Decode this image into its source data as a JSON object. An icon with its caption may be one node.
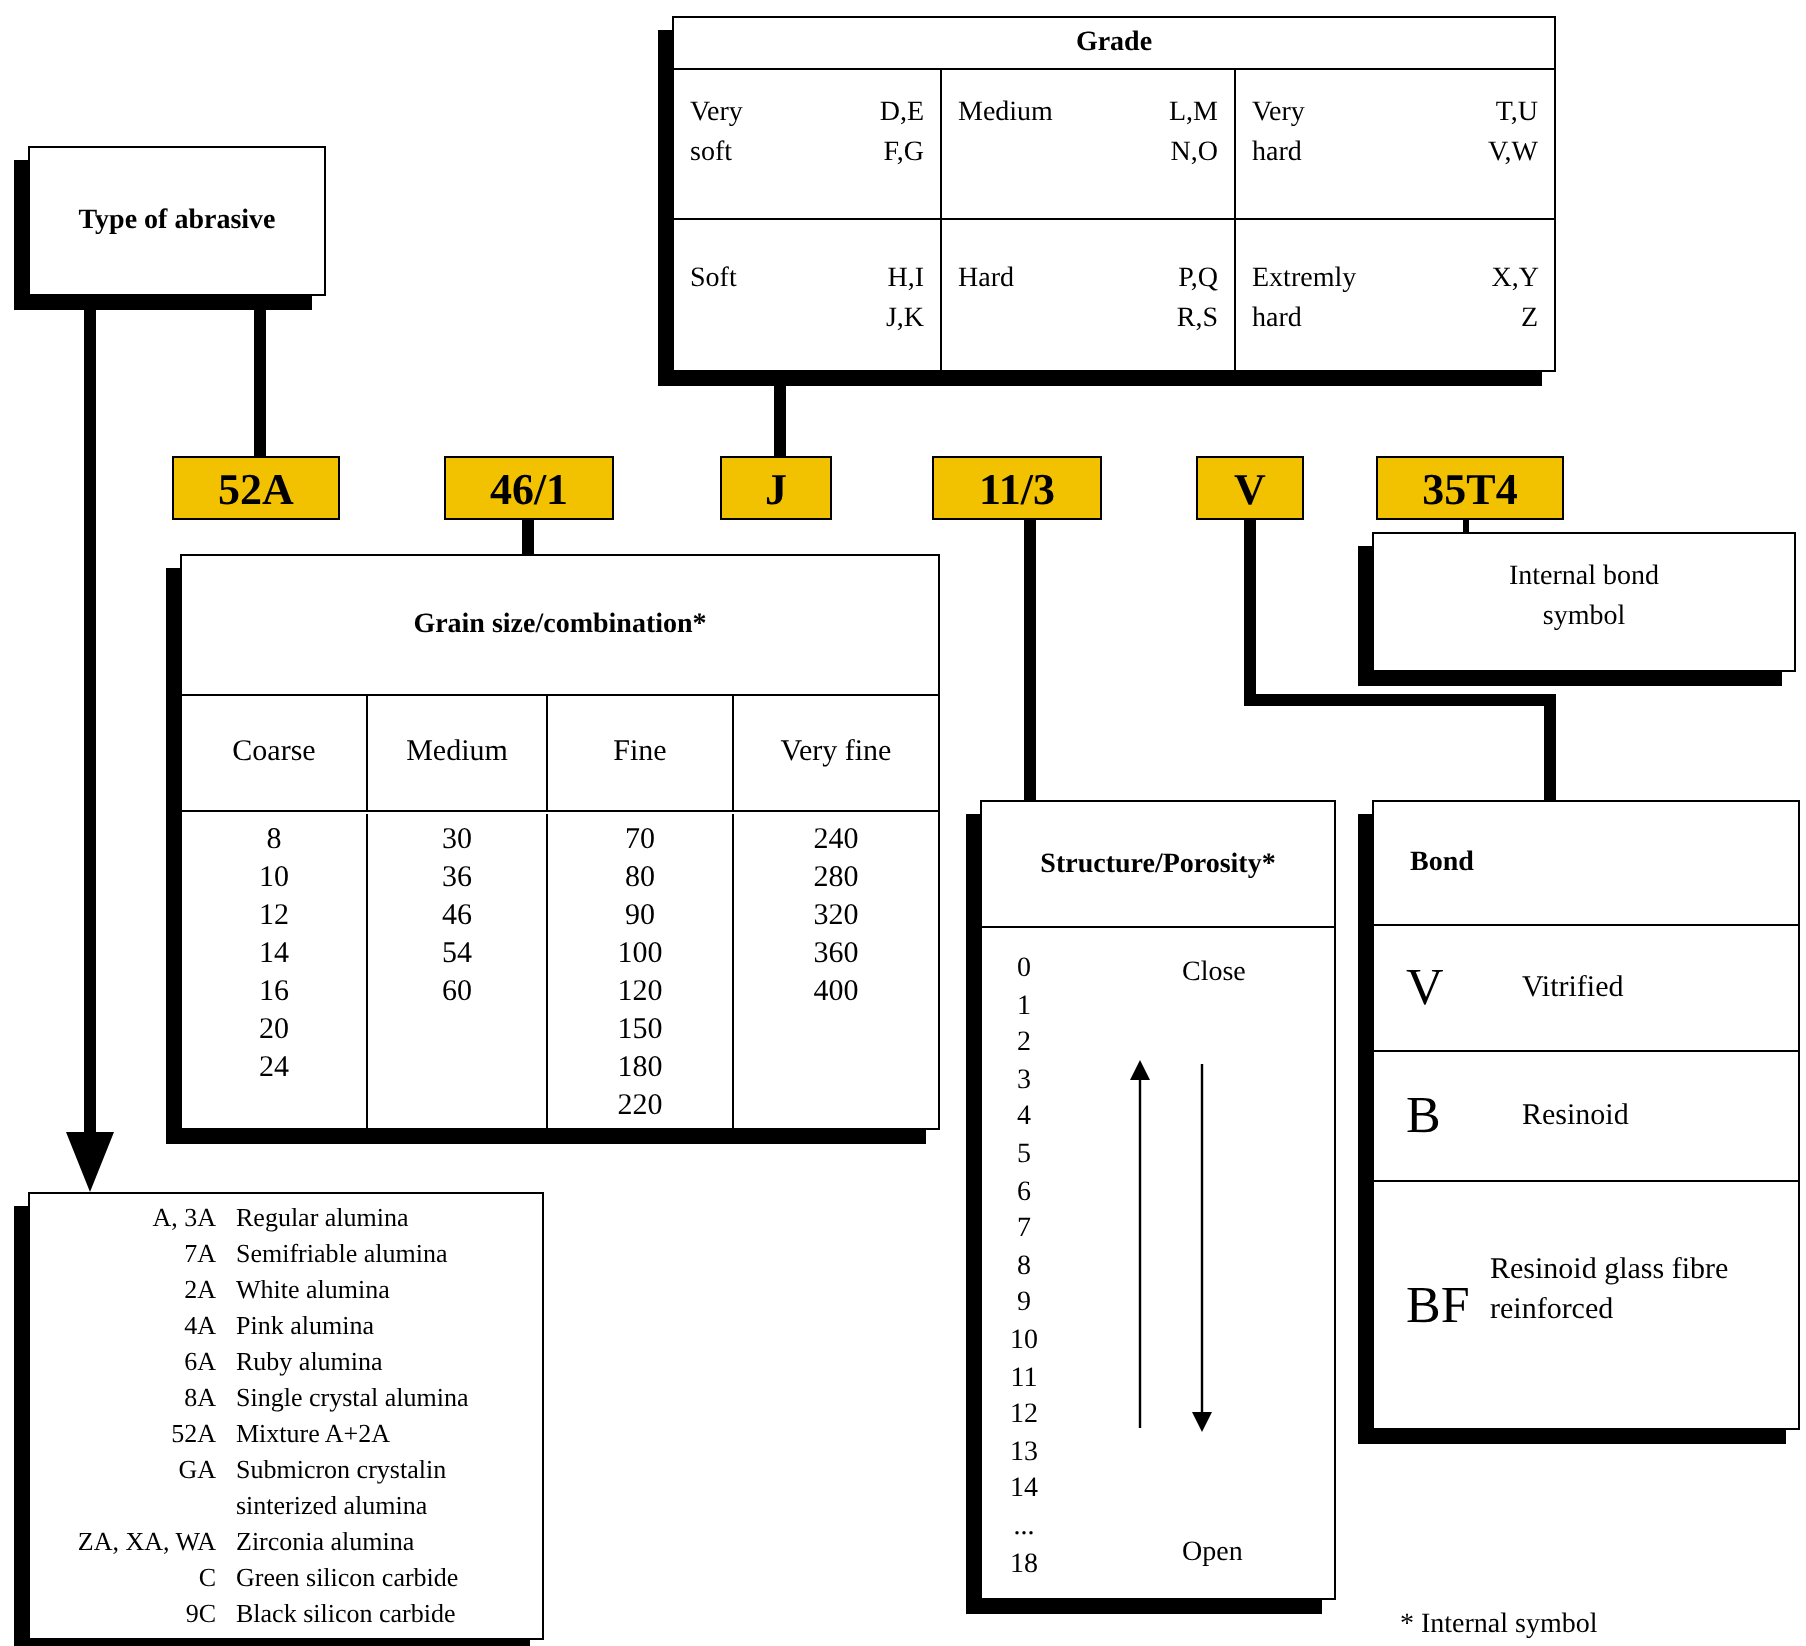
{
  "diagram": {
    "nodes": [
      {
        "text": [
          "Grade",
          "Very soft",
          "D,E F,G",
          "Medium",
          "L,M N,O",
          "Very hard",
          "T,U V,W",
          "Soft",
          "H,I J,K",
          "Hard",
          "P,Q R,S",
          "Extremly hard",
          "X,Y Z"
        ]
      },
      {
        "text": [
          "Type of abrasive"
        ]
      },
      {
        "text": [
          "52A"
        ]
      },
      {
        "text": [
          "46/1"
        ]
      },
      {
        "text": [
          "J"
        ]
      },
      {
        "text": [
          "11/3"
        ]
      },
      {
        "text": [
          "V"
        ]
      },
      {
        "text": [
          "35T4"
        ]
      },
      {
        "text": [
          "Internal bond symbol"
        ]
      },
      {
        "text": [
          "Grain size/combination*",
          "Coarse",
          "Medium",
          "Fine",
          "Very fine",
          "8 10 12 14 16 20 24",
          "30 36 46 54 60",
          "70 80 90 100 120 150 180 220",
          "240 280 320 360 400"
        ]
      },
      {
        "text": [
          "Structure/Porosity*",
          "0 1 2 3 4 5 6 7 8 9 10 11 12 13 14 ... 18",
          "Close",
          "Open"
        ]
      },
      {
        "text": [
          "Bond",
          "V",
          "Vitrified",
          "B",
          "Resinoid",
          "BF",
          "Resinoid glass fibre reinforced"
        ]
      },
      {
        "text": [
          "A, 3A",
          "Regular alumina",
          "7A",
          "Semifriable alumina",
          "2A",
          "White alumina",
          "4A",
          "Pink alumina",
          "6A",
          "Ruby alumina",
          "8A",
          "Single crystal alumina",
          "52A",
          "Mixture A+2A",
          "GA",
          "Submicron crystalin sinterized alumina",
          "ZA, XA, WA",
          "Zirconia alumina",
          "C",
          "Green silicon carbide",
          "9C",
          "Black silicon carbide"
        ]
      }
    ],
    "edges": [
      {
        "from": 1,
        "to": 12,
        "arrow": "to"
      },
      {
        "from": 1,
        "to": 2,
        "arrow": "none"
      },
      {
        "from": 0,
        "to": 4,
        "arrow": "none"
      },
      {
        "from": 3,
        "to": 9,
        "arrow": "none"
      },
      {
        "from": 5,
        "to": 10,
        "arrow": "none"
      },
      {
        "from": 6,
        "to": 11,
        "arrow": "none"
      },
      {
        "from": 7,
        "to": 8,
        "arrow": "none"
      }
    ],
    "labels": [
      "* Internal symbol"
    ]
  }
}
